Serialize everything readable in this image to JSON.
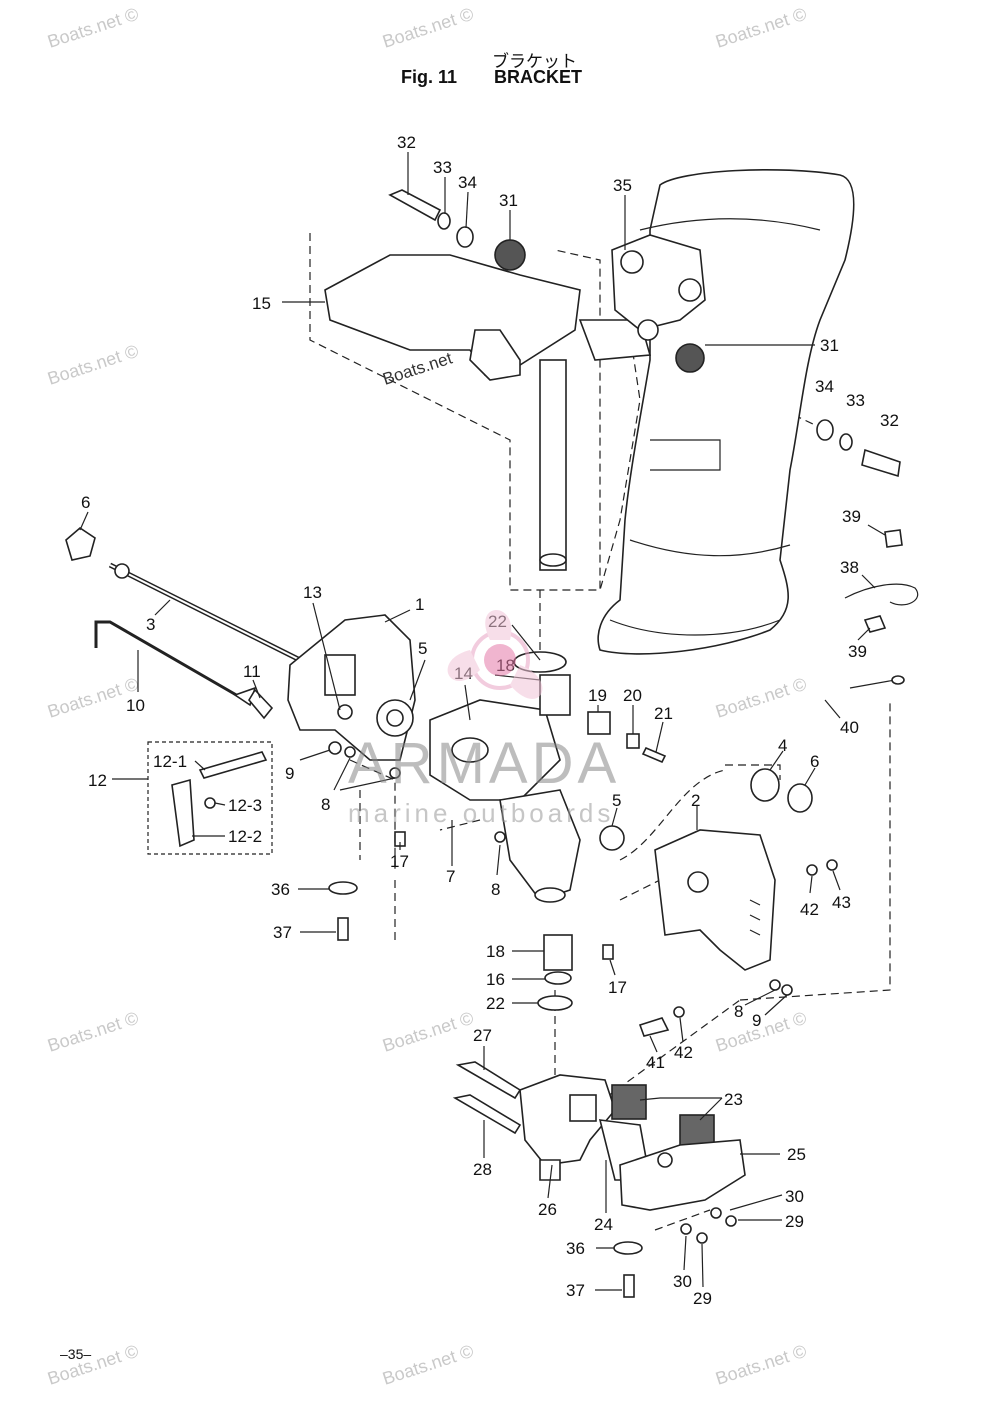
{
  "header": {
    "title_ja": "ブラケット",
    "fig": "Fig. 11",
    "title_en": "BRACKET"
  },
  "page_number": "–35–",
  "watermarks": {
    "boats": "Boats.net ©",
    "boats_inline": "Boats.net",
    "armada": "ARMADA",
    "armada_sub": "marine outboards"
  },
  "callouts": [
    {
      "id": "c32a",
      "text": "32"
    },
    {
      "id": "c33a",
      "text": "33"
    },
    {
      "id": "c34a",
      "text": "34"
    },
    {
      "id": "c31a",
      "text": "31"
    },
    {
      "id": "c35",
      "text": "35"
    },
    {
      "id": "c15",
      "text": "15"
    },
    {
      "id": "c31b",
      "text": "31"
    },
    {
      "id": "c34b",
      "text": "34"
    },
    {
      "id": "c33b",
      "text": "33"
    },
    {
      "id": "c32b",
      "text": "32"
    },
    {
      "id": "c6a",
      "text": "6"
    },
    {
      "id": "c3",
      "text": "3"
    },
    {
      "id": "c13",
      "text": "13"
    },
    {
      "id": "c1",
      "text": "1"
    },
    {
      "id": "c22a",
      "text": "22"
    },
    {
      "id": "c18a",
      "text": "18"
    },
    {
      "id": "c5a",
      "text": "5"
    },
    {
      "id": "c14",
      "text": "14"
    },
    {
      "id": "c11",
      "text": "11"
    },
    {
      "id": "c10",
      "text": "10"
    },
    {
      "id": "c12-1",
      "text": "12-1"
    },
    {
      "id": "c12",
      "text": "12"
    },
    {
      "id": "c12-3",
      "text": "12-3"
    },
    {
      "id": "c12-2",
      "text": "12-2"
    },
    {
      "id": "c9a",
      "text": "9"
    },
    {
      "id": "c8a",
      "text": "8"
    },
    {
      "id": "c17a",
      "text": "17"
    },
    {
      "id": "c7",
      "text": "7"
    },
    {
      "id": "c8b",
      "text": "8"
    },
    {
      "id": "c19",
      "text": "19"
    },
    {
      "id": "c20",
      "text": "20"
    },
    {
      "id": "c21",
      "text": "21"
    },
    {
      "id": "c39a",
      "text": "39"
    },
    {
      "id": "c38",
      "text": "38"
    },
    {
      "id": "c39b",
      "text": "39"
    },
    {
      "id": "c40",
      "text": "40"
    },
    {
      "id": "c4",
      "text": "4"
    },
    {
      "id": "c6b",
      "text": "6"
    },
    {
      "id": "c5b",
      "text": "5"
    },
    {
      "id": "c2",
      "text": "2"
    },
    {
      "id": "c42a",
      "text": "42"
    },
    {
      "id": "c43",
      "text": "43"
    },
    {
      "id": "c36a",
      "text": "36"
    },
    {
      "id": "c37a",
      "text": "37"
    },
    {
      "id": "c18b",
      "text": "18"
    },
    {
      "id": "c16",
      "text": "16"
    },
    {
      "id": "c22b",
      "text": "22"
    },
    {
      "id": "c17b",
      "text": "17"
    },
    {
      "id": "c8c",
      "text": "8"
    },
    {
      "id": "c9b",
      "text": "9"
    },
    {
      "id": "c41",
      "text": "41"
    },
    {
      "id": "c42b",
      "text": "42"
    },
    {
      "id": "c27",
      "text": "27"
    },
    {
      "id": "c28",
      "text": "28"
    },
    {
      "id": "c26",
      "text": "26"
    },
    {
      "id": "c23",
      "text": "23"
    },
    {
      "id": "c25",
      "text": "25"
    },
    {
      "id": "c24",
      "text": "24"
    },
    {
      "id": "c30a",
      "text": "30"
    },
    {
      "id": "c29a",
      "text": "29"
    },
    {
      "id": "c36b",
      "text": "36"
    },
    {
      "id": "c30b",
      "text": "30"
    },
    {
      "id": "c29b",
      "text": "29"
    },
    {
      "id": "c37b",
      "text": "37"
    }
  ]
}
